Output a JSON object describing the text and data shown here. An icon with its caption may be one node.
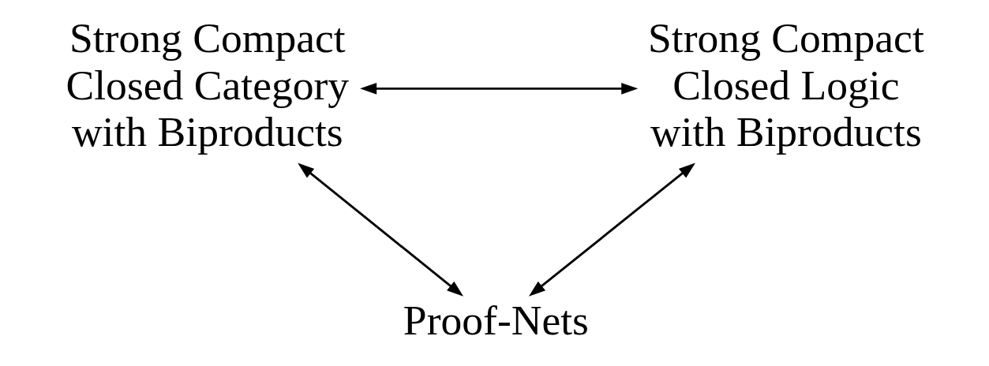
{
  "diagram": {
    "nodes": [
      {
        "text": [
          "Strong Compact Closed Category with Biproducts"
        ]
      },
      {
        "text": [
          "Strong Compact Closed Logic with Biproducts"
        ]
      },
      {
        "text": [
          "Proof-Nets"
        ]
      }
    ],
    "edges": [
      {
        "from": 0,
        "to": 1,
        "arrow": "both"
      },
      {
        "from": 0,
        "to": 2,
        "arrow": "both"
      },
      {
        "from": 1,
        "to": 2,
        "arrow": "both"
      }
    ]
  }
}
